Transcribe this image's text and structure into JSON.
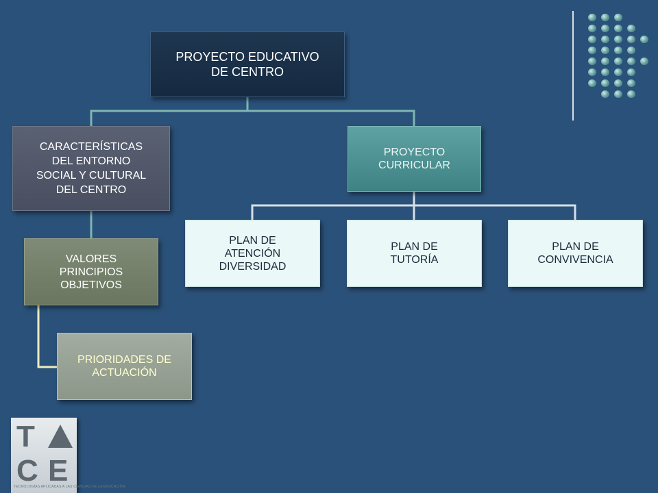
{
  "nodes": {
    "root": "PROYECTO EDUCATIVO\nDE CENTRO",
    "entorno": "CARACTERÍSTICAS\nDEL ENTORNO\nSOCIAL Y CULTURAL\nDEL CENTRO",
    "curricular": "PROYECTO\nCURRICULAR",
    "valores": "VALORES\nPRINCIPIOS\nOBJETIVOS",
    "prioridades": "PRIORIDADES DE\nACTUACIÓN",
    "plan_atencion": "PLAN DE\nATENCIÓN\nDIVERSIDAD",
    "plan_tutoria": "PLAN DE\nTUTORÍA",
    "plan_convivencia": "PLAN DE\nCONVIVENCIA"
  },
  "logo": {
    "letters": [
      "T",
      "C",
      "E"
    ],
    "caption": "TECNOLOGÍAS APLICADAS A LAS CIENCIAS DE LA EDUCACIÓN"
  },
  "colors": {
    "background": "#2a5179",
    "connector_teal": "#7fb6b2",
    "connector_light": "#d8e0e8",
    "connector_yellow": "#f0eec0"
  }
}
